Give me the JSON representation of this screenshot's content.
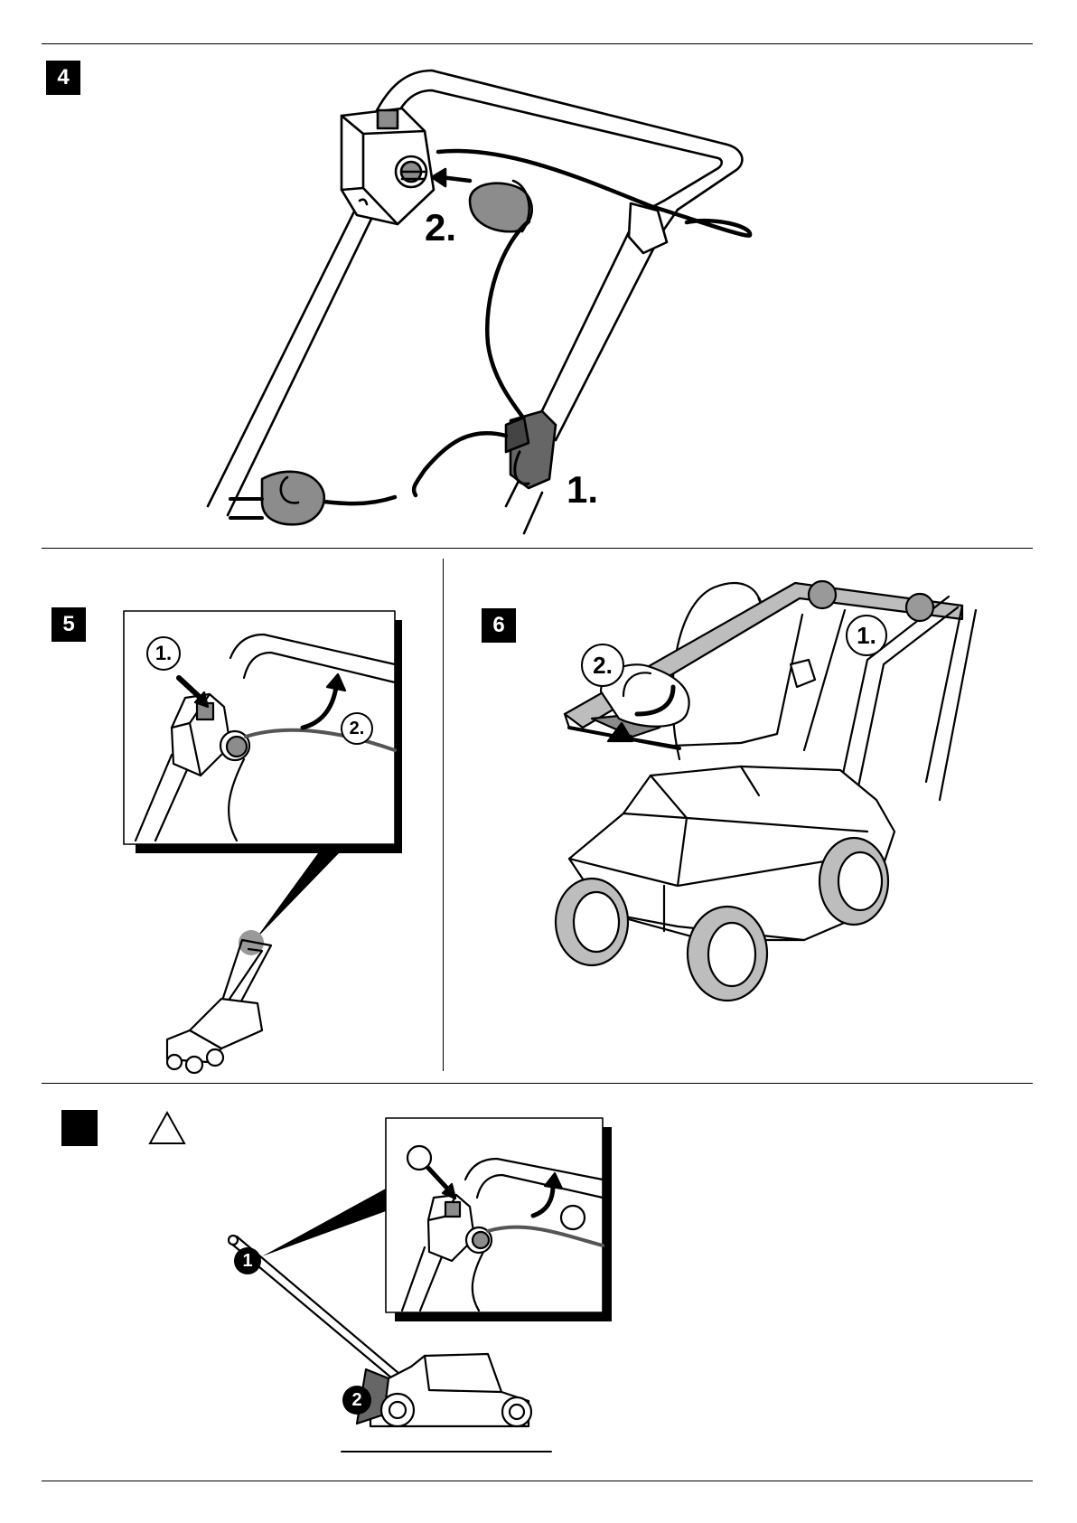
{
  "figures": [
    {
      "number": "4",
      "callouts": [
        "1.",
        "2."
      ]
    },
    {
      "number": "5",
      "callouts": [
        "1.",
        "2."
      ]
    },
    {
      "number": "6",
      "callouts": [
        "1.",
        "2."
      ]
    },
    {
      "number": "",
      "callouts": [
        "1",
        "2"
      ],
      "warning_symbol": "warning-triangle-icon"
    }
  ],
  "colors": {
    "ink": "#000000",
    "grey_fill": "#8c8c8c",
    "light_grey": "#bdbdbd",
    "paper": "#ffffff"
  }
}
